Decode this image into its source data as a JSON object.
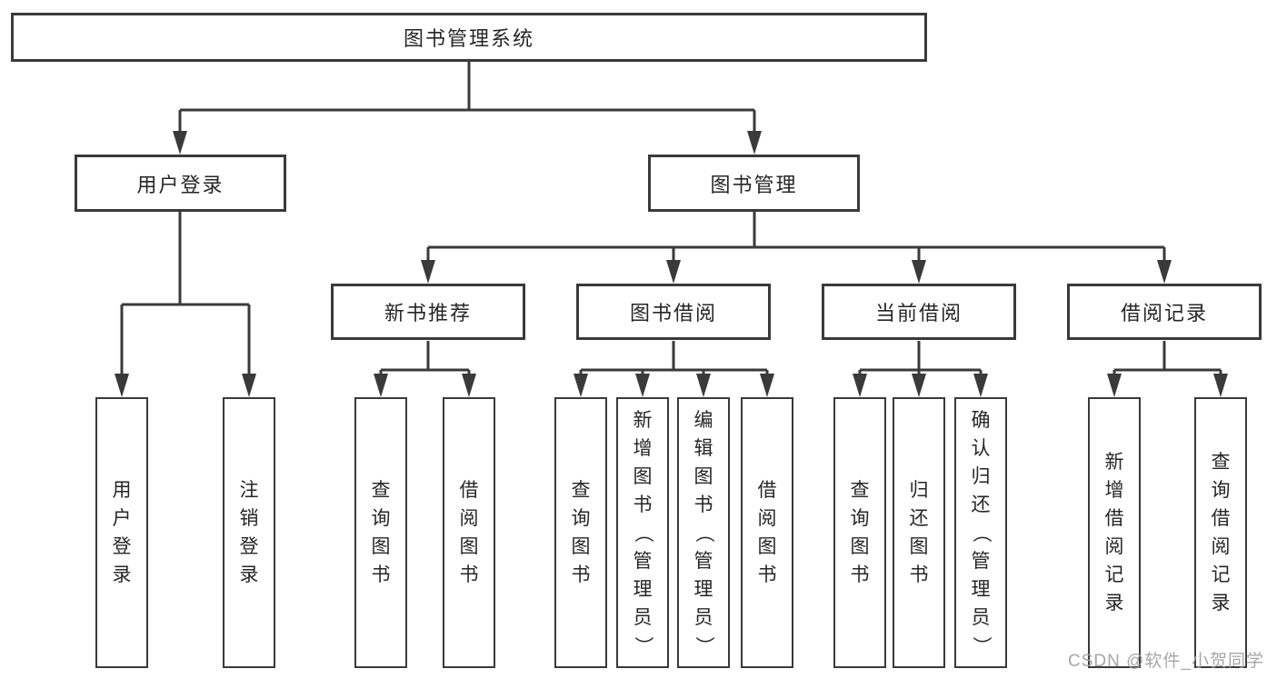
{
  "diagram": {
    "title": "图书管理系统",
    "type": "function-structure-tree",
    "colors": {
      "line": "#3a3a3a",
      "box_border": "#3a3a3a",
      "text": "#262626",
      "background": "#ffffff",
      "watermark": "#9e9e9e"
    },
    "tree": {
      "label": "图书管理系统",
      "children": [
        {
          "label": "用户登录",
          "children": [
            {
              "label": "用户登录"
            },
            {
              "label": "注销登录"
            }
          ]
        },
        {
          "label": "图书管理",
          "children": [
            {
              "label": "新书推荐",
              "children": [
                {
                  "label": "查询图书"
                },
                {
                  "label": "借阅图书"
                }
              ]
            },
            {
              "label": "图书借阅",
              "children": [
                {
                  "label": "查询图书"
                },
                {
                  "label": "新增图书（管理员）"
                },
                {
                  "label": "编辑图书（管理员）"
                },
                {
                  "label": "借阅图书"
                }
              ]
            },
            {
              "label": "当前借阅",
              "children": [
                {
                  "label": "查询图书"
                },
                {
                  "label": "归还图书"
                },
                {
                  "label": "确认归还（管理员）"
                }
              ]
            },
            {
              "label": "借阅记录",
              "children": [
                {
                  "label": "新增借阅记录"
                },
                {
                  "label": "查询借阅记录"
                }
              ]
            }
          ]
        }
      ]
    },
    "watermark": "CSDN @软件_小贺同学"
  }
}
